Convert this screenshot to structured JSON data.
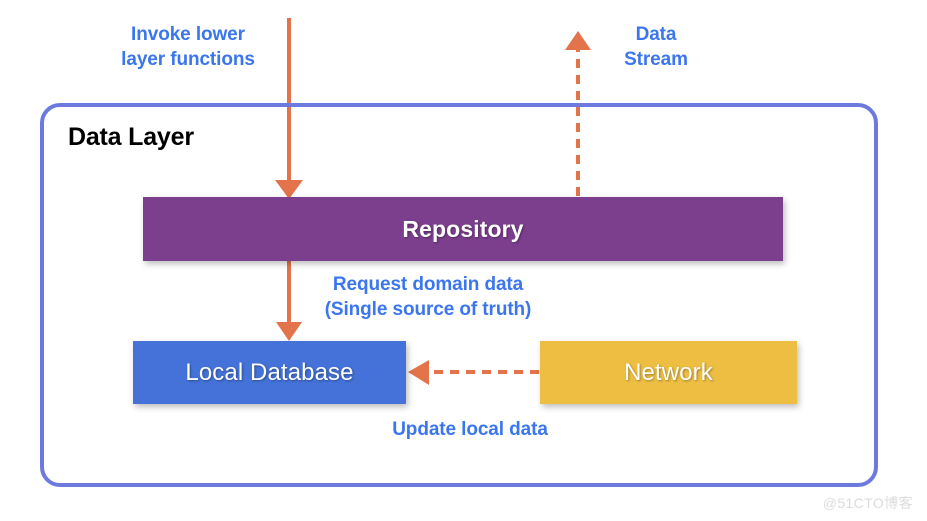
{
  "diagram": {
    "title": "Data Layer",
    "watermark": "@51CTO博客",
    "colors": {
      "container_border": "#6C7AE0",
      "annotation_text": "#3B76EF",
      "arrow": "#E2734A",
      "repository_fill": "#7C3F8D",
      "local_database_fill": "#4472D8",
      "network_fill": "#EDBE42",
      "box_text": "#FFFFFF",
      "title_text": "#000000",
      "watermark_text": "#DCDCDC",
      "background": "#FFFFFF"
    },
    "boxes": {
      "repository": "Repository",
      "local_database": "Local Database",
      "network": "Network"
    },
    "annotations": {
      "invoke": "Invoke lower\nlayer functions",
      "stream": "Data\nStream",
      "request": "Request domain data\n(Single source of truth)",
      "update": "Update local data"
    },
    "arrows": [
      {
        "name": "invoke-lower-layer-functions-arrow",
        "style": "solid",
        "direction": "down",
        "from": "outside-top",
        "to": "repository"
      },
      {
        "name": "data-stream-arrow",
        "style": "dashed",
        "direction": "up",
        "from": "repository",
        "to": "outside-top"
      },
      {
        "name": "request-domain-data-arrow",
        "style": "solid",
        "direction": "down",
        "from": "repository",
        "to": "local-database"
      },
      {
        "name": "update-local-data-arrow",
        "style": "dashed",
        "direction": "left",
        "from": "network",
        "to": "local-database"
      }
    ]
  }
}
